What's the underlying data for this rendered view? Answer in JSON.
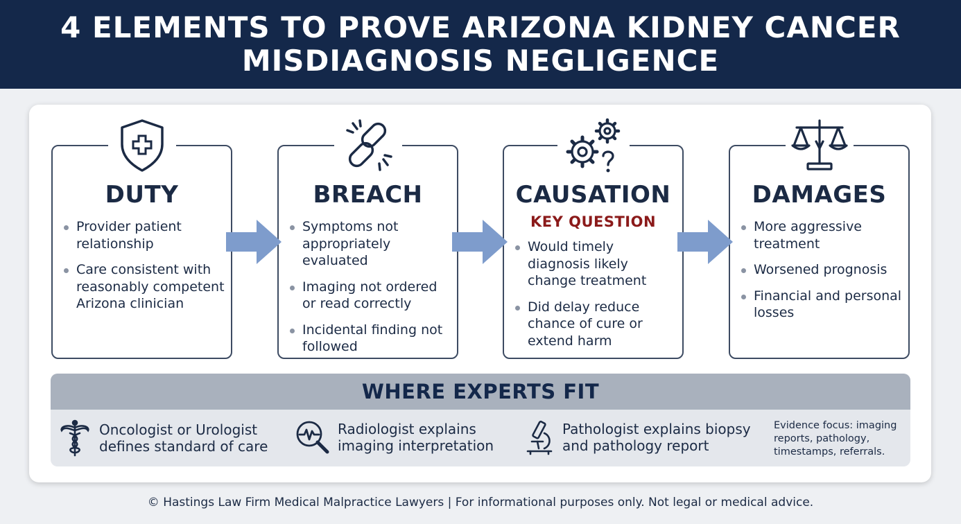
{
  "header": {
    "title_line1": "4 ELEMENTS TO PROVE ARIZONA KIDNEY CANCER",
    "title_line2": "MISDIAGNOSIS NEGLIGENCE"
  },
  "elements": [
    {
      "title": "DUTY",
      "icon": "shield-cross-icon",
      "bullets": [
        "Provider patient relationship",
        "Care consistent with reasonably competent Arizona clinician"
      ]
    },
    {
      "title": "BREACH",
      "icon": "broken-chain-icon",
      "bullets": [
        "Symptoms not appropriately evaluated",
        "Imaging not ordered or read correctly",
        "Incidental finding not followed"
      ]
    },
    {
      "title": "CAUSATION",
      "subtitle": "KEY QUESTION",
      "icon": "gears-question-icon",
      "bullets": [
        "Would timely diagnosis likely change treatment",
        "Did delay reduce chance of cure or extend harm"
      ]
    },
    {
      "title": "DAMAGES",
      "icon": "scales-icon",
      "bullets": [
        "More aggressive treatment",
        "Worsened prognosis",
        "Financial and personal losses"
      ]
    }
  ],
  "experts": {
    "heading": "WHERE EXPERTS FIT",
    "items": [
      {
        "icon": "caduceus-icon",
        "line1": "Oncologist or Urologist",
        "line2": "defines standard of care"
      },
      {
        "icon": "magnifier-heartbeat-icon",
        "line1": "Radiologist explains",
        "line2": "imaging interpretation"
      },
      {
        "icon": "microscope-icon",
        "line1": "Pathologist explains biopsy",
        "line2": "and pathology report"
      }
    ],
    "note": {
      "line1": "Evidence focus: imaging",
      "line2": "reports, pathology,",
      "line3": "timestamps, referrals."
    }
  },
  "footer": "© Hastings Law Firm Medical Malpractice Lawyers | For informational purposes only. Not legal or medical advice.",
  "colors": {
    "header_bg": "#14284a",
    "arrow": "#7e9ccc",
    "key_question": "#8b1a1a",
    "card_border": "#3d4b62",
    "experts_header_bg": "#a9b1bd"
  }
}
